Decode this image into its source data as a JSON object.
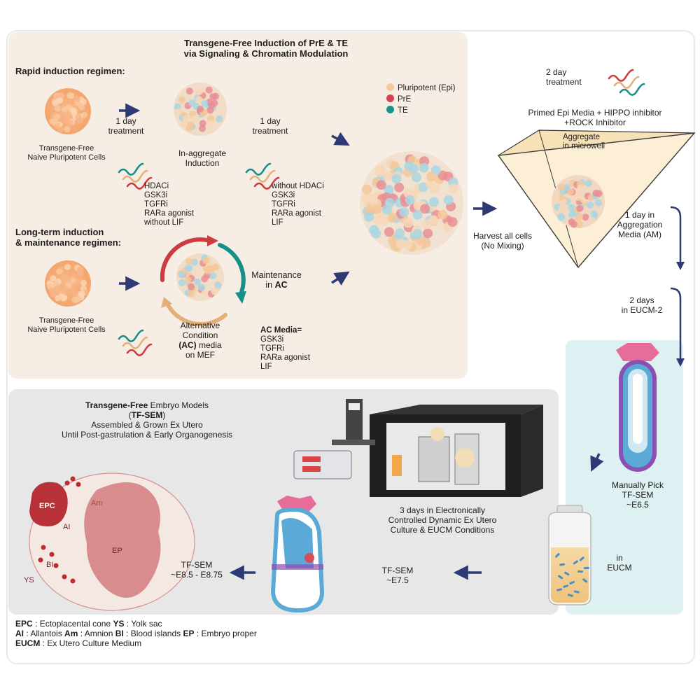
{
  "top_panel": {
    "title_line1": "Transgene-Free Induction of PrE & TE",
    "title_line2": "via Signaling & Chromatin Modulation"
  },
  "rapid": {
    "heading": "Rapid induction regimen:",
    "cells_label_line1": "Transgene-Free",
    "cells_label_line2": "Naive Pluripotent Cells",
    "treatment1_line1": "1 day",
    "treatment1_line2": "treatment",
    "in_aggregate_line1": "In-aggregate",
    "in_aggregate_line2": "Induction",
    "list1": [
      "HDACi",
      "GSK3i",
      "TGFRi",
      "RARa agonist",
      "without LIF"
    ],
    "treatment2_line1": "1 day",
    "treatment2_line2": "treatment",
    "list2": [
      "without HDACi",
      "GSK3i",
      "TGFRi",
      "RARa agonist",
      "LIF"
    ]
  },
  "longterm": {
    "heading_line1": "Long-term induction",
    "heading_line2": "& maintenance regimen:",
    "cells_label_line1": "Transgene-Free",
    "cells_label_line2": "Naive Pluripotent Cells",
    "maintenance_line1": "Maintenance",
    "maintenance_prefix": "in ",
    "maintenance_bold": "AC",
    "alt_line1": "Alternative",
    "alt_line2": "Condition",
    "alt_line3_bold": "(AC)",
    "alt_line3_rest": " media",
    "alt_line4": "on MEF",
    "ac_media_title": "AC Media=",
    "ac_media_list": [
      "GSK3i",
      "TGFRi",
      "RARa agonist",
      "LIF"
    ]
  },
  "legend": {
    "items": [
      {
        "label": "Pluripotent (Epi)",
        "color": "#f3c89a"
      },
      {
        "label": "PrE",
        "color": "#d4424e"
      },
      {
        "label": "TE",
        "color": "#17958c"
      }
    ]
  },
  "harvest": {
    "line1": "Harvest all cells",
    "line2": "(No Mixing)"
  },
  "right_flow": {
    "treatment_line1": "2 day",
    "treatment_line2": "treatment",
    "media_line1": "Primed Epi Media + HIPPO inhibitor",
    "media_line2": "+ROCK Inhibitor",
    "aggregate_line1": "Aggregate",
    "aggregate_line2": "in microwell",
    "am_line1": "1 day in",
    "am_line2": "Aggregation",
    "am_line3": "Media (AM)",
    "eucm2_line1": "2 days",
    "eucm2_line2": "in EUCM-2",
    "pick_line1": "Manually Pick",
    "pick_line2": "TF-SEM",
    "pick_line3": "~E6.5",
    "in_eucm_line1": "in",
    "in_eucm_line2": "EUCM"
  },
  "bottom_panel": {
    "title_bold": "Transgene-Free",
    "title_rest": " Embryo Models",
    "title_line2_pre": "(",
    "title_line2_bold": "TF-SEM",
    "title_line2_post": ")",
    "title_line3": "Assembled & Grown Ex Utero",
    "title_line4": "Until Post-gastrulation & Early Organogenesis",
    "culture_line1": "3 days in Electronically",
    "culture_line2": "Controlled Dynamic Ex Utero",
    "culture_line3": "Culture & EUCM Conditions",
    "e75_line1": "TF-SEM",
    "e75_line2": "~E7.5",
    "e85_line1": "TF-SEM",
    "e85_line2": "~E8.5 - E8.75",
    "embryo_labels": {
      "epc": "EPC",
      "am": "Am",
      "ai": "AI",
      "bi": "BI",
      "ep": "EP",
      "ys": "YS"
    }
  },
  "footer": {
    "line1": [
      {
        "abbr": "EPC",
        "desc": " : Ectoplacental cone  "
      },
      {
        "abbr": "YS",
        "desc": " : Yolk sac"
      }
    ],
    "line2": [
      {
        "abbr": "AI",
        "desc": " : Allantois  "
      },
      {
        "abbr": "Am",
        "desc": " : Amnion "
      },
      {
        "abbr": "BI",
        "desc": " : Blood islands "
      },
      {
        "abbr": "EP",
        "desc": " : Embryo proper"
      }
    ],
    "line3": [
      {
        "abbr": "EUCM",
        "desc": " : Ex Utero Culture Medium"
      }
    ]
  }
}
